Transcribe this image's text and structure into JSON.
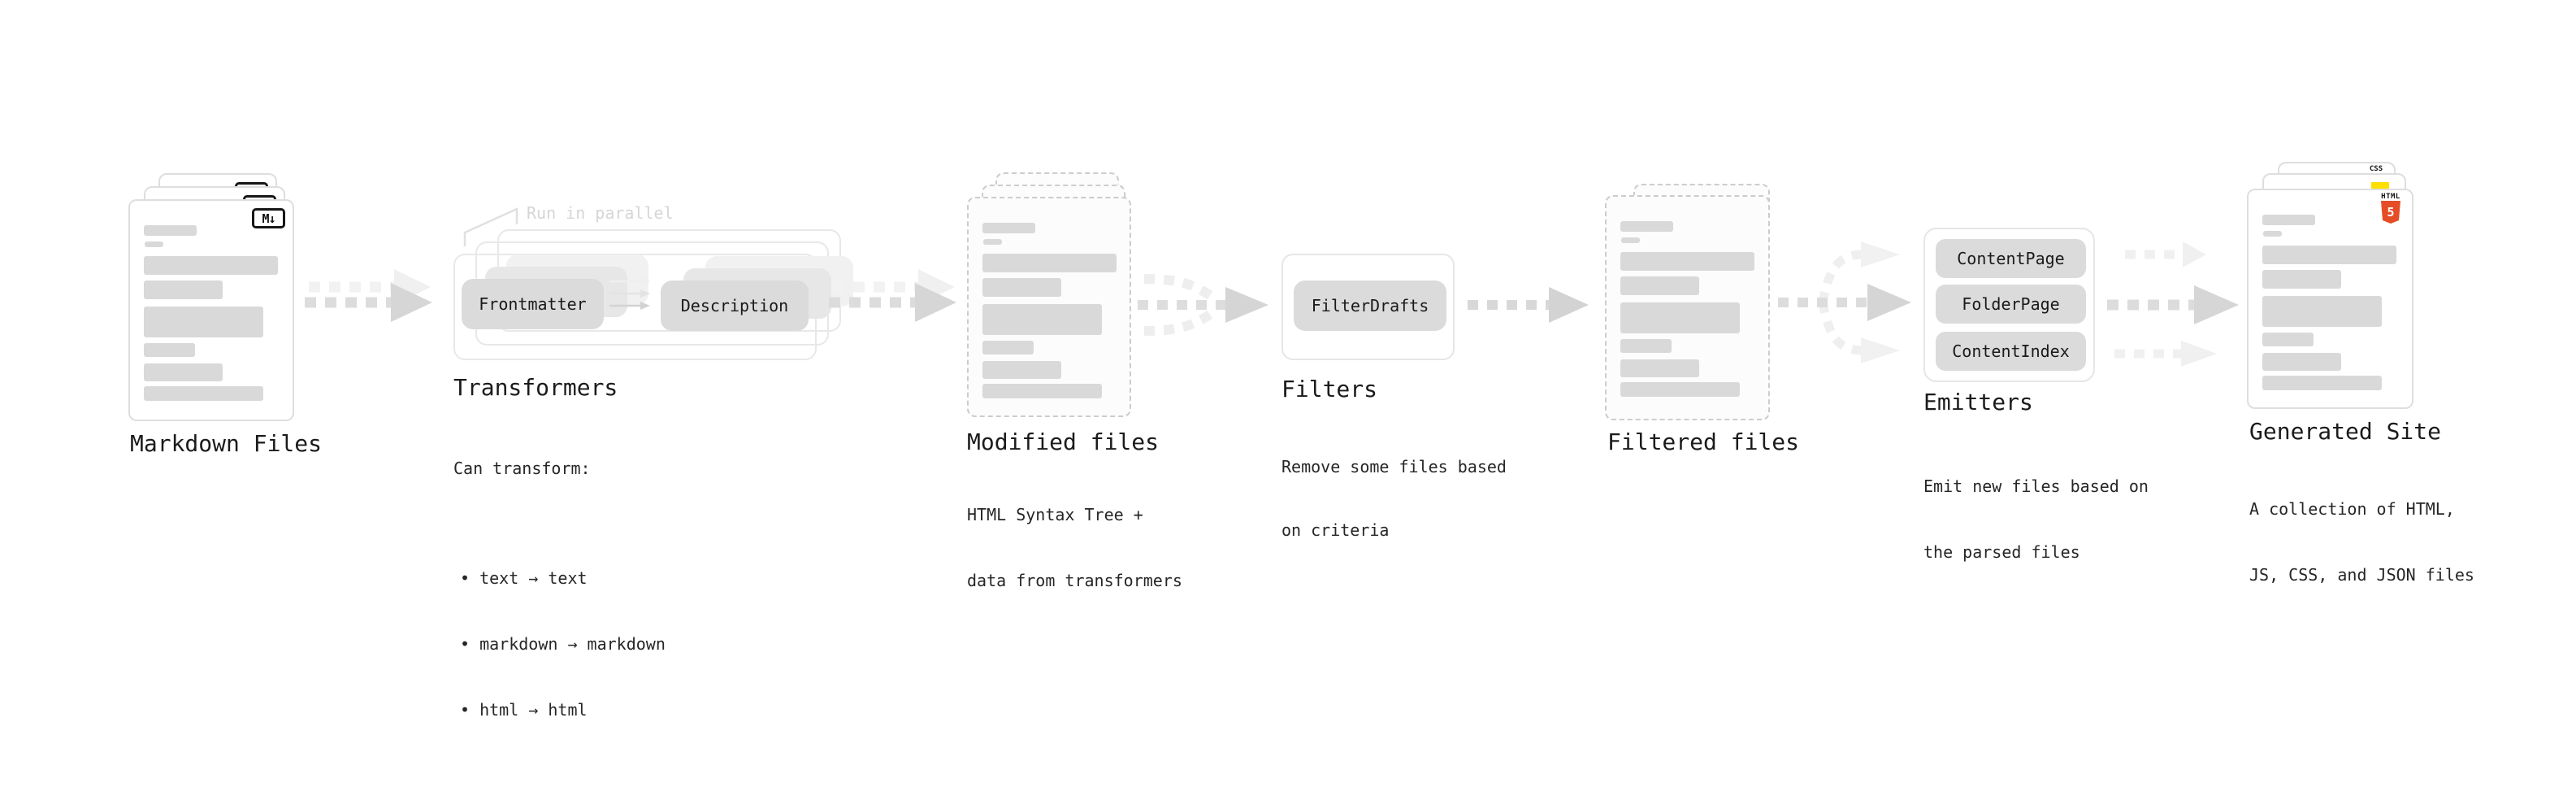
{
  "stages": {
    "markdown_files": {
      "title": "Markdown Files",
      "badge": "M↓"
    },
    "transformers": {
      "annotation": "Run in parallel",
      "pill_left": "Frontmatter",
      "pill_right": "Description",
      "title": "Transformers",
      "subtitle": "Can transform:",
      "bullets": [
        "text → text",
        "markdown → markdown",
        "html → html"
      ]
    },
    "modified_files": {
      "title": "Modified files",
      "lines": [
        "HTML Syntax Tree +",
        "data from transformers"
      ]
    },
    "filters": {
      "pill": "FilterDrafts",
      "title": "Filters",
      "lines": [
        "Remove some files based",
        "on criteria"
      ]
    },
    "filtered_files": {
      "title": "Filtered files"
    },
    "emitters": {
      "pills": [
        "ContentPage",
        "FolderPage",
        "ContentIndex"
      ],
      "title": "Emitters",
      "lines": [
        "Emit new files based on",
        "the parsed files"
      ]
    },
    "generated_site": {
      "title": "Generated Site",
      "lines": [
        "A collection of HTML,",
        "JS, CSS, and JSON files"
      ],
      "badge_css": "CSS",
      "badge_html_label": "HTML",
      "badge_html_number": "5"
    }
  },
  "colors": {
    "html5_orange": "#e44d26",
    "js_yellow": "#ffdf00",
    "css_blue": "#2e6de5"
  }
}
